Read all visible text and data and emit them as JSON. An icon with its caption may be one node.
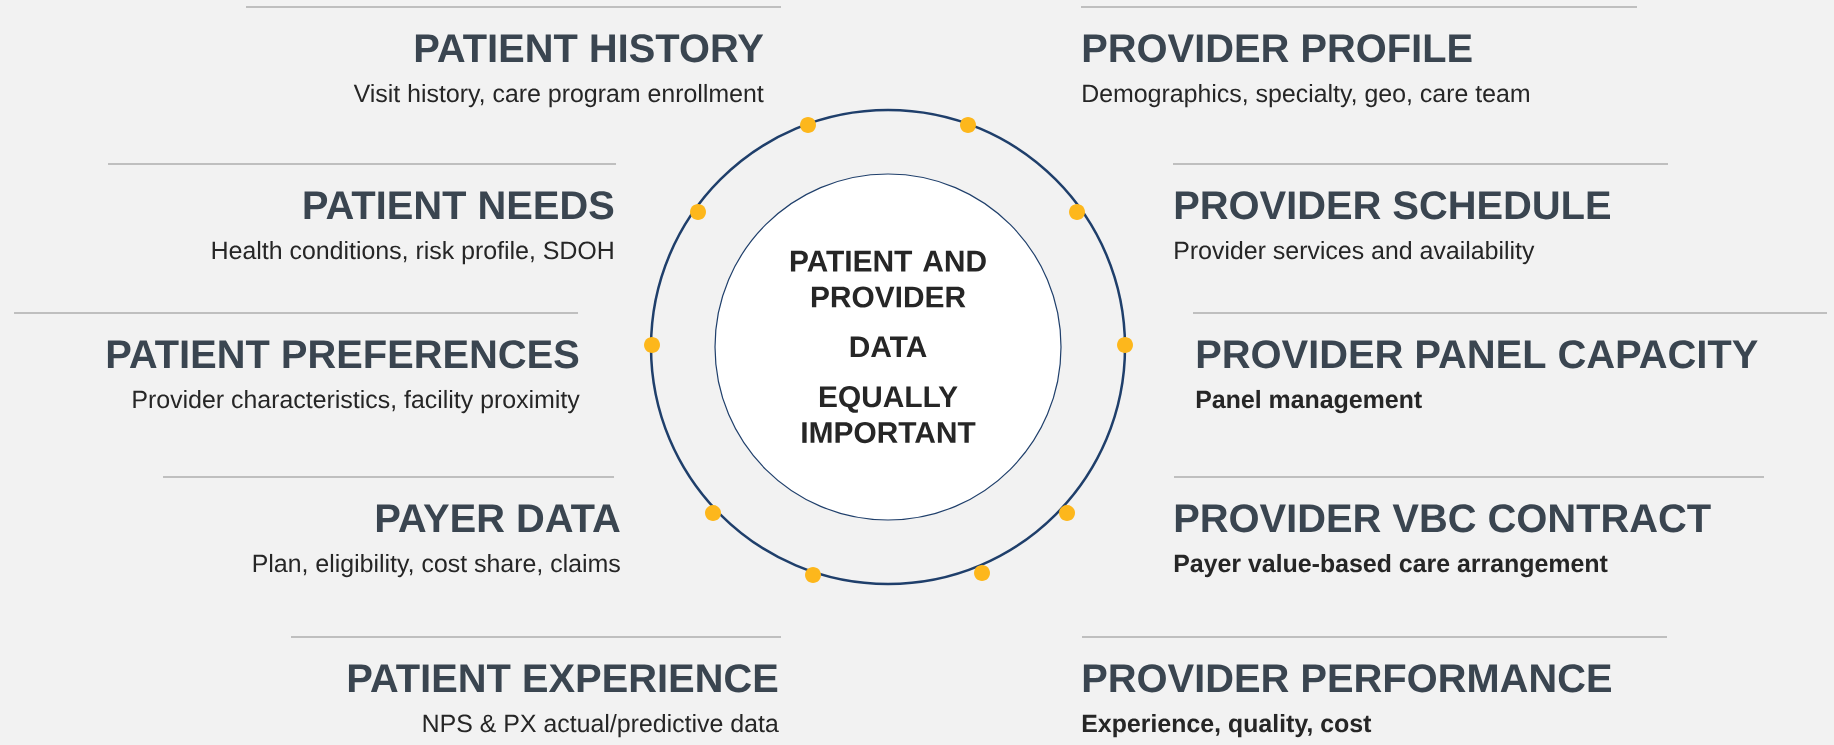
{
  "diagram": {
    "nodes": [
      {
        "text": [
          "PATIENT AND PROVIDER",
          "DATA",
          "EQUALLY IMPORTANT"
        ]
      }
    ],
    "labels": [
      "PATIENT HISTORY",
      "Visit history, care program enrollment",
      "PROVIDER PROFILE",
      "Demographics, specialty, geo, care team",
      "PATIENT NEEDS",
      "Health conditions, risk profile, SDOH",
      "PROVIDER SCHEDULE",
      "Provider services and availability",
      "PATIENT PREFERENCES",
      "Provider characteristics, facility proximity",
      "PROVIDER PANEL CAPACITY",
      "Panel management",
      "PAYER DATA",
      "Plan, eligibility, cost share, claims",
      "PROVIDER VBC CONTRACT",
      "Payer value-based care arrangement",
      "PATIENT EXPERIENCE",
      "NPS & PX actual/predictive data",
      "PROVIDER PERFORMANCE",
      "Experience, quality, cost"
    ]
  }
}
